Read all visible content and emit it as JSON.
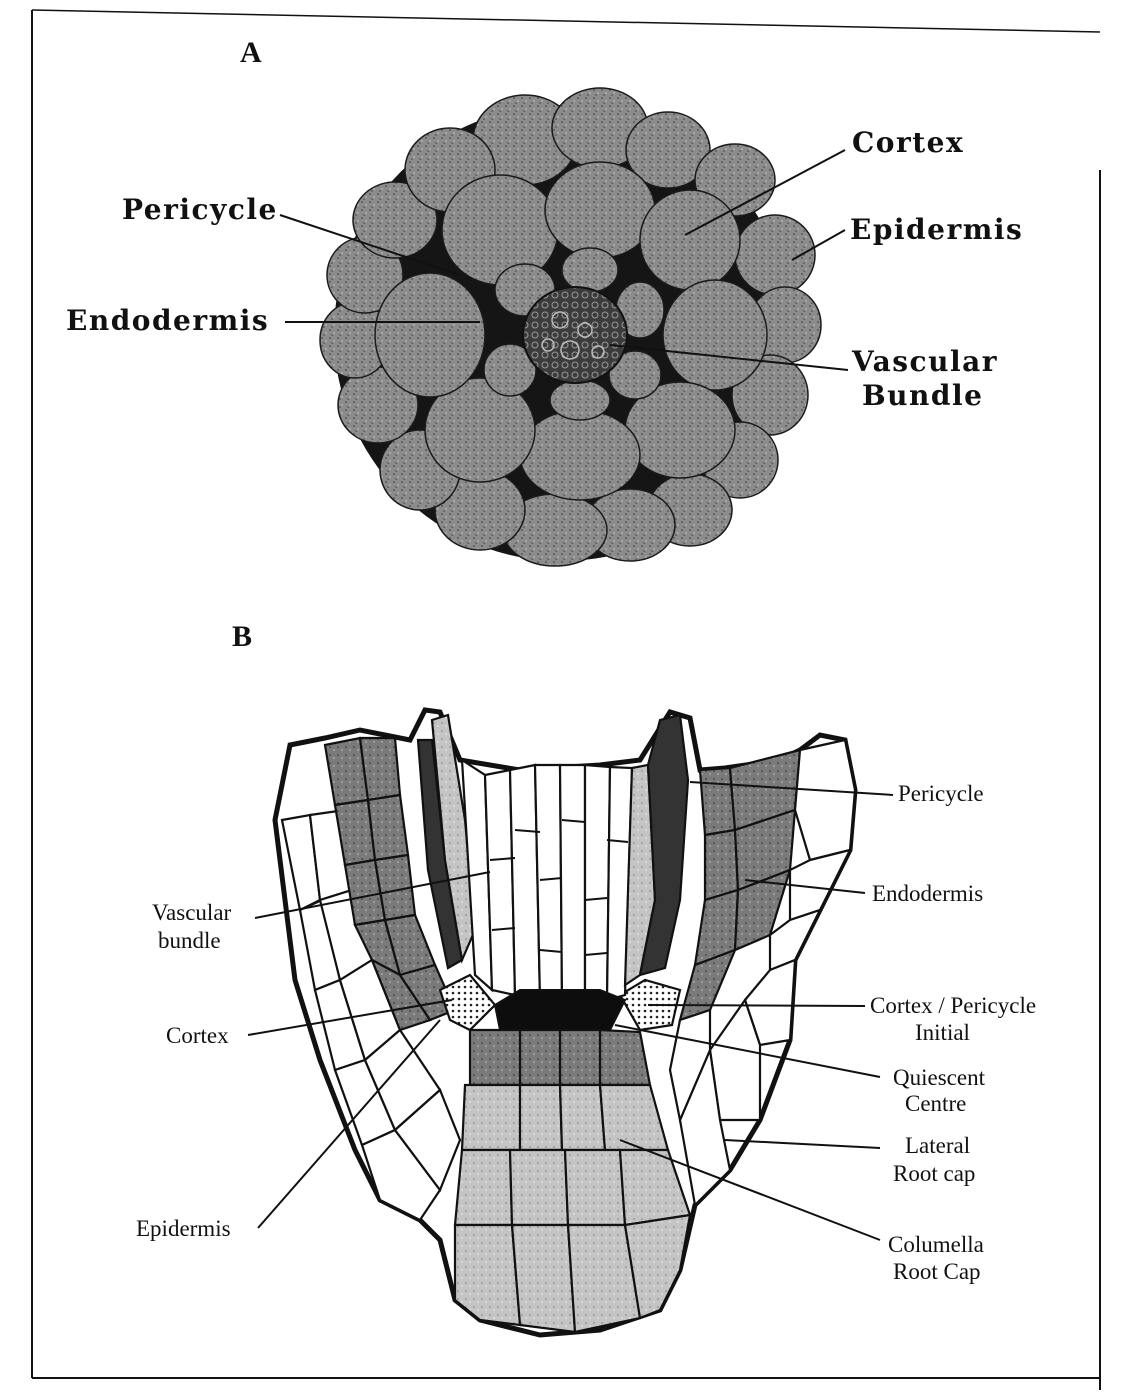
{
  "panel_a": {
    "letter": "A",
    "labels": {
      "cortex": "Cortex",
      "pericycle": "Pericycle",
      "epidermis": "Epidermis",
      "endodermis": "Endodermis",
      "vascular_line1": "Vascular",
      "vascular_line2": "Bundle"
    }
  },
  "panel_b": {
    "letter": "B",
    "labels": {
      "pericycle": "Pericycle",
      "endodermis": "Endodermis",
      "vascular_line1": "Vascular",
      "vascular_line2": "bundle",
      "cortex_pericycle_line1": "Cortex / Pericycle",
      "cortex_pericycle_line2": "Initial",
      "cortex": "Cortex",
      "quiescent_line1": "Quiescent",
      "quiescent_line2": "Centre",
      "lateral_line1": "Lateral",
      "lateral_line2": "Root cap",
      "epidermis": "Epidermis",
      "columella_line1": "Columella",
      "columella_line2": "Root Cap"
    }
  },
  "colors": {
    "ink": "#111111",
    "cell_grey": "#8a8a8a",
    "background": "#ffffff"
  }
}
